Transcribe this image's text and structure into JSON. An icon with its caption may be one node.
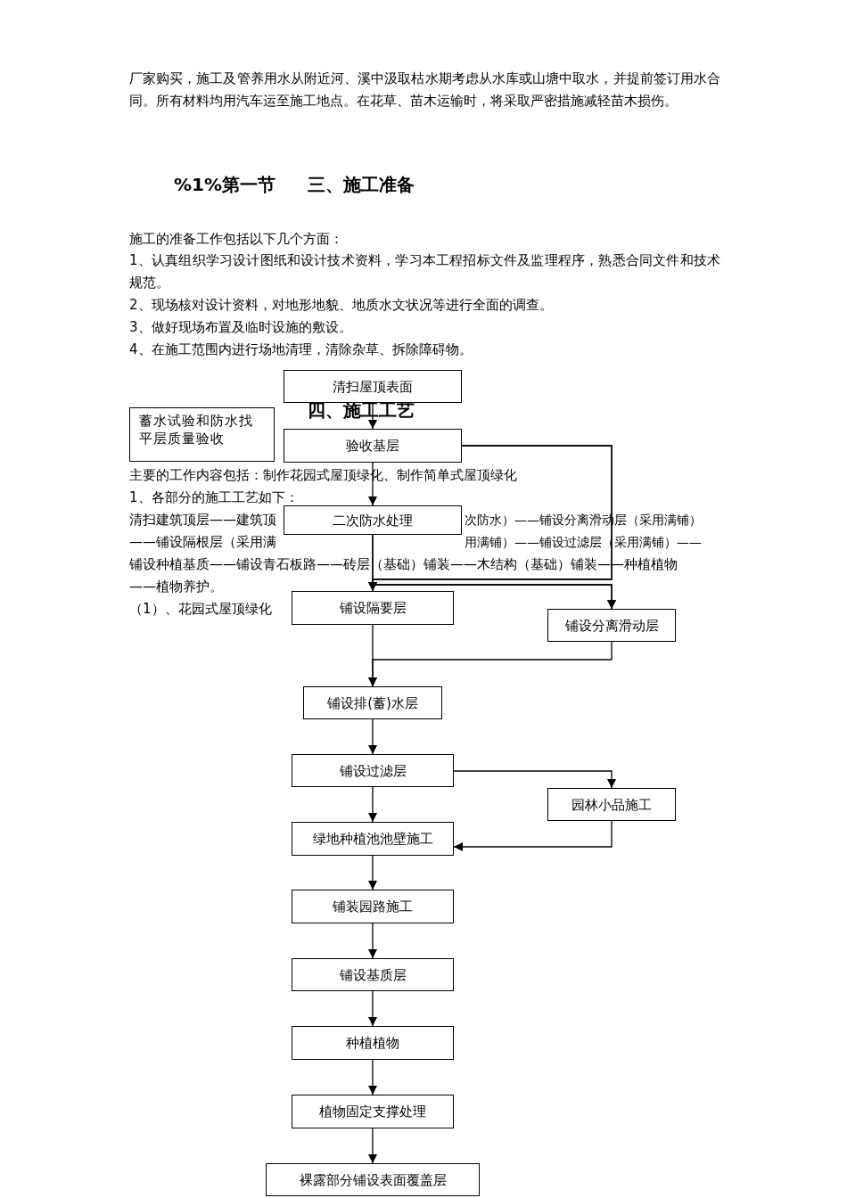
{
  "diagram": {
    "nodes": [
      {
        "text": [
          "清扫屋顶表面"
        ]
      },
      {
        "text": [
          "蓄水试验和防水找平层质量验收"
        ]
      },
      {
        "text": [
          "验收基层"
        ]
      },
      {
        "text": [
          "二次防水处理"
        ]
      },
      {
        "text": [
          "铺设隔要层"
        ]
      },
      {
        "text": [
          "铺设分离滑动层"
        ]
      },
      {
        "text": [
          "铺设排(蓄)水层"
        ]
      },
      {
        "text": [
          "铺设过滤层"
        ]
      },
      {
        "text": [
          "园林小品施工"
        ]
      },
      {
        "text": [
          "绿地种植池池壁施工"
        ]
      },
      {
        "text": [
          "铺装园路施工"
        ]
      },
      {
        "text": [
          "铺设基质层"
        ]
      },
      {
        "text": [
          "种植植物"
        ]
      },
      {
        "text": [
          "植物固定支撑处理"
        ]
      },
      {
        "text": [
          "裸露部分铺设表面覆盖层"
        ]
      }
    ],
    "edges": [
      {
        "from": 0,
        "to": 2,
        "arrow": "to"
      },
      {
        "from": 2,
        "to": 3,
        "arrow": "to"
      },
      {
        "from": 2,
        "to": 4,
        "arrow": "to"
      },
      {
        "from": 3,
        "to": 4,
        "arrow": "to"
      },
      {
        "from": 3,
        "to": 5,
        "arrow": "to"
      },
      {
        "from": 2,
        "to": 5,
        "arrow": "to"
      },
      {
        "from": 4,
        "to": 6,
        "arrow": "to"
      },
      {
        "from": 5,
        "to": 6,
        "arrow": "to"
      },
      {
        "from": 6,
        "to": 7,
        "arrow": "to"
      },
      {
        "from": 7,
        "to": 9,
        "arrow": "to"
      },
      {
        "from": 7,
        "to": 8,
        "arrow": "to"
      },
      {
        "from": 8,
        "to": 9,
        "arrow": "to"
      },
      {
        "from": 9,
        "to": 10,
        "arrow": "to"
      },
      {
        "from": 10,
        "to": 11,
        "arrow": "to"
      },
      {
        "from": 11,
        "to": 12,
        "arrow": "to"
      },
      {
        "from": 12,
        "to": 13,
        "arrow": "to"
      },
      {
        "from": 13,
        "to": 14,
        "arrow": "to"
      }
    ],
    "labels": [
      "厂家购买，施工及管养用水从附近河、溪中汲取枯水期考虑从水库或山塘中取水，并提前签订用水合同。所有材料均用汽车运至施工地点。在花草、苗木运输时，将采取严密措施减轻苗木损伤。",
      "%1%第一节",
      "三、施工准备",
      "施工的准备工作包括以下几个方面：",
      "1、认真组织学习设计图纸和设计技术资料，学习本工程招标文件及监理程序，熟悉合同文件和技术规范。",
      "2、现场核对设计资料，对地形地貌、地质水文状况等进行全面的调查。",
      "3、做好现场布置及临时设施的敷设。",
      "4、在施工范围内进行场地清理，清除杂草、拆除障碍物。",
      "四、施工工艺",
      "主要的工作内容包括：制作花园式屋顶绿化、制作简单式屋顶绿化",
      "1、各部分的施工工艺如下：",
      "清扫建筑顶层——建筑顶",
      "次防水）——铺设分离滑动层（采用满铺）",
      "——铺设隔根层（采用满",
      "用满铺）——铺设过滤层（采用满铺）——",
      "铺设种植基质——铺设青石板路——砖层（基础）铺装——木结构（基础）铺装——种植植物",
      "——植物养护。",
      "（1）、花园式屋顶绿化"
    ]
  }
}
